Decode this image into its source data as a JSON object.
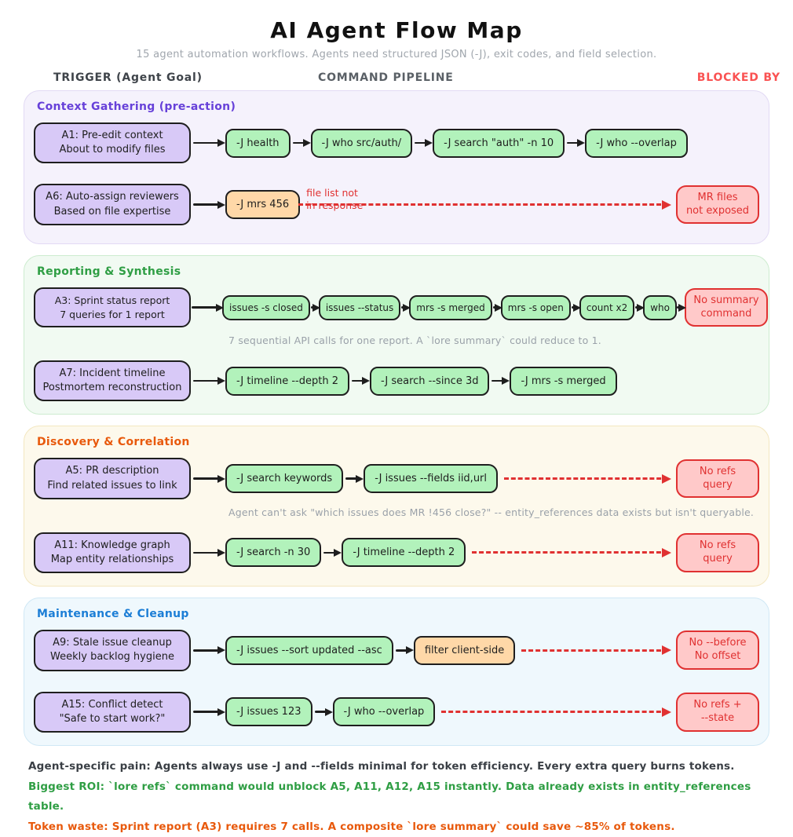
{
  "title": "AI Agent Flow Map",
  "subtitle": "15 agent automation workflows. Agents need structured JSON (-J), exit codes, and field selection.",
  "columns": {
    "trigger": "TRIGGER (Agent Goal)",
    "pipeline": "COMMAND PIPELINE",
    "blocked": "BLOCKED BY"
  },
  "colors": {
    "purple_fill": "#d8c9f7",
    "green_fill": "#b2f2bb",
    "orange_fill": "#ffd8a8",
    "red_fill": "#ffc9c9",
    "red_accent": "#e03131"
  },
  "sections": [
    {
      "title": "Context Gathering (pre-action)",
      "rows": [
        {
          "trigger": {
            "line1": "A1: Pre-edit context",
            "line2": "About to modify files"
          },
          "pipeline": [
            "-J health",
            "-J who src/auth/",
            "-J search \"auth\" -n 10",
            "-J who --overlap"
          ]
        },
        {
          "trigger": {
            "line1": "A6: Auto-assign reviewers",
            "line2": "Based on file expertise"
          },
          "pipeline": [
            "-J mrs 456"
          ],
          "note": {
            "line1": "file list not",
            "line2": "in response"
          },
          "blocked": {
            "line1": "MR files",
            "line2": "not exposed"
          }
        }
      ]
    },
    {
      "title": "Reporting & Synthesis",
      "rows": [
        {
          "trigger": {
            "line1": "A3: Sprint status report",
            "line2": "7 queries for 1 report"
          },
          "pipeline": [
            "issues -s closed",
            "issues --status",
            "mrs -s merged",
            "mrs -s open",
            "count x2",
            "who"
          ],
          "blocked": {
            "line1": "No summary",
            "line2": "command"
          },
          "caption": "7 sequential API calls for one report. A `lore summary` could reduce to 1."
        },
        {
          "trigger": {
            "line1": "A7: Incident timeline",
            "line2": "Postmortem reconstruction"
          },
          "pipeline": [
            "-J timeline --depth 2",
            "-J search --since 3d",
            "-J mrs -s merged"
          ]
        }
      ]
    },
    {
      "title": "Discovery & Correlation",
      "rows": [
        {
          "trigger": {
            "line1": "A5: PR description",
            "line2": "Find related issues to link"
          },
          "pipeline": [
            "-J search keywords",
            "-J issues --fields iid,url"
          ],
          "blocked": {
            "line1": "No refs",
            "line2": "query"
          },
          "caption": "Agent can't ask \"which issues does MR !456 close?\" -- entity_references data exists but isn't queryable."
        },
        {
          "trigger": {
            "line1": "A11: Knowledge graph",
            "line2": "Map entity relationships"
          },
          "pipeline": [
            "-J search -n 30",
            "-J timeline --depth 2"
          ],
          "blocked": {
            "line1": "No refs",
            "line2": "query"
          }
        }
      ]
    },
    {
      "title": "Maintenance & Cleanup",
      "rows": [
        {
          "trigger": {
            "line1": "A9: Stale issue cleanup",
            "line2": "Weekly backlog hygiene"
          },
          "pipeline": [
            "-J issues --sort updated --asc",
            "filter client-side"
          ],
          "blocked": {
            "line1": "No --before",
            "line2": "No offset"
          }
        },
        {
          "trigger": {
            "line1": "A15: Conflict detect",
            "line2": "\"Safe to start work?\""
          },
          "pipeline": [
            "-J issues 123",
            "-J who --overlap"
          ],
          "blocked": {
            "line1": "No refs +",
            "line2": "--state"
          }
        }
      ]
    }
  ],
  "footer": {
    "pain": "Agent-specific pain: Agents always use -J and --fields minimal for token efficiency. Every extra query burns tokens.",
    "roi": "Biggest ROI: `lore refs` command would unblock A5, A11, A12, A15 instantly. Data already exists in entity_references table.",
    "waste": "Token waste: Sprint report (A3) requires 7 calls. A composite `lore summary` could save ~85% of tokens."
  }
}
